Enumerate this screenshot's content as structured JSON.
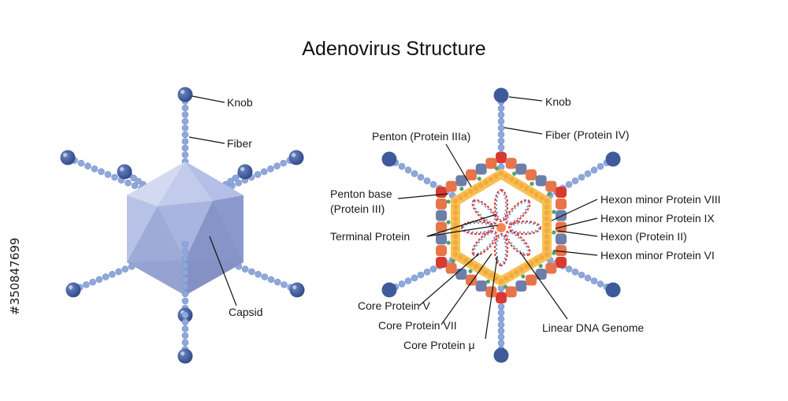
{
  "title": "Adenovirus Structure",
  "left_labels": {
    "knob": "Knob",
    "fiber": "Fiber",
    "capsid": "Capsid"
  },
  "right_labels": {
    "knob": "Knob",
    "fiber": "Fiber (Protein IV)",
    "penton": "Penton (Protein IIIa)",
    "penton_base_1": "Penton base",
    "penton_base_2": "(Protein III)",
    "terminal_protein": "Terminal Protein",
    "hexon_viii": "Hexon minor Protein VIII",
    "hexon_ix": "Hexon minor Protein IX",
    "hexon_ii": "Hexon (Protein II)",
    "hexon_vi": "Hexon minor Protein VI",
    "core_v": "Core Protein V",
    "core_vii": "Core Protein VII",
    "core_mu": "Core Protein μ",
    "linear_dna": "Linear DNA Genome"
  },
  "watermark": "#350847699",
  "colors": {
    "knob": "#3f5a9a",
    "bead": "#8ea8dc",
    "capsid_light": "#c5cdeb",
    "capsid_mid": "#a6b2de",
    "capsid_dark": "#8e9bcc",
    "penton_red": "#d93a2f",
    "hexon_orange": "#e8744a",
    "hexon_gray": "#6c7fa8",
    "shell_yellow": "#f6c156",
    "core_white": "#ffffff",
    "dna_red": "#d9443b",
    "dna_blue": "#6a8ed8"
  },
  "icons": {
    "knob": "sphere-icon",
    "fiber": "bead-chain-icon"
  }
}
